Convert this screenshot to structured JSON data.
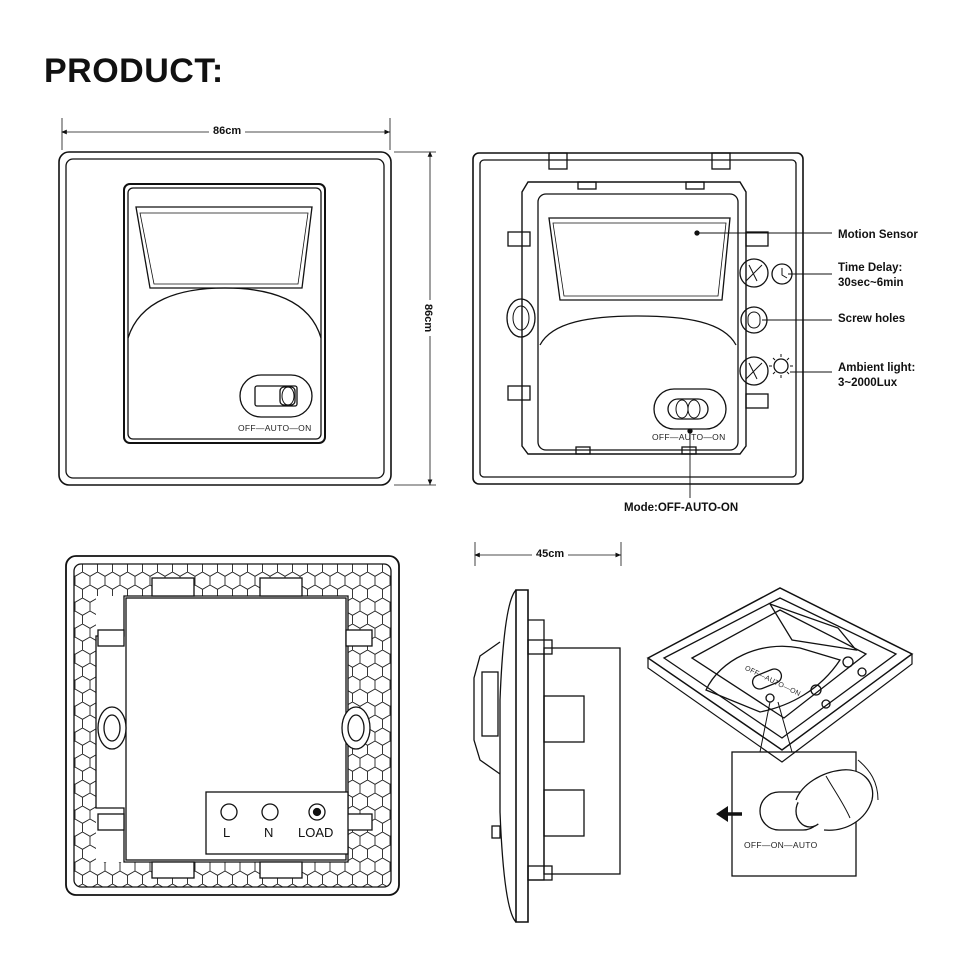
{
  "heading": "PRODUCT:",
  "front_view": {
    "width_label": "86cm",
    "height_label": "86cm",
    "switch_label": "OFF—AUTO—ON"
  },
  "internal_view": {
    "switch_label": "OFF—AUTO—ON",
    "callouts": {
      "motion_sensor": "Motion Sensor",
      "time_delay_title": "Time Delay:",
      "time_delay_range": "30sec~6min",
      "screw_holes": "Screw holes",
      "ambient_title": "Ambient light:",
      "ambient_range": "3~2000Lux",
      "mode": "Mode:OFF-AUTO-ON"
    }
  },
  "back_view": {
    "terminals": [
      "L",
      "N",
      "LOAD"
    ]
  },
  "side_view": {
    "depth_label": "45cm"
  },
  "usage_view": {
    "small_switch_label": "OFF—AUTO—ON",
    "zoom_switch_label": "OFF—ON—AUTO"
  }
}
